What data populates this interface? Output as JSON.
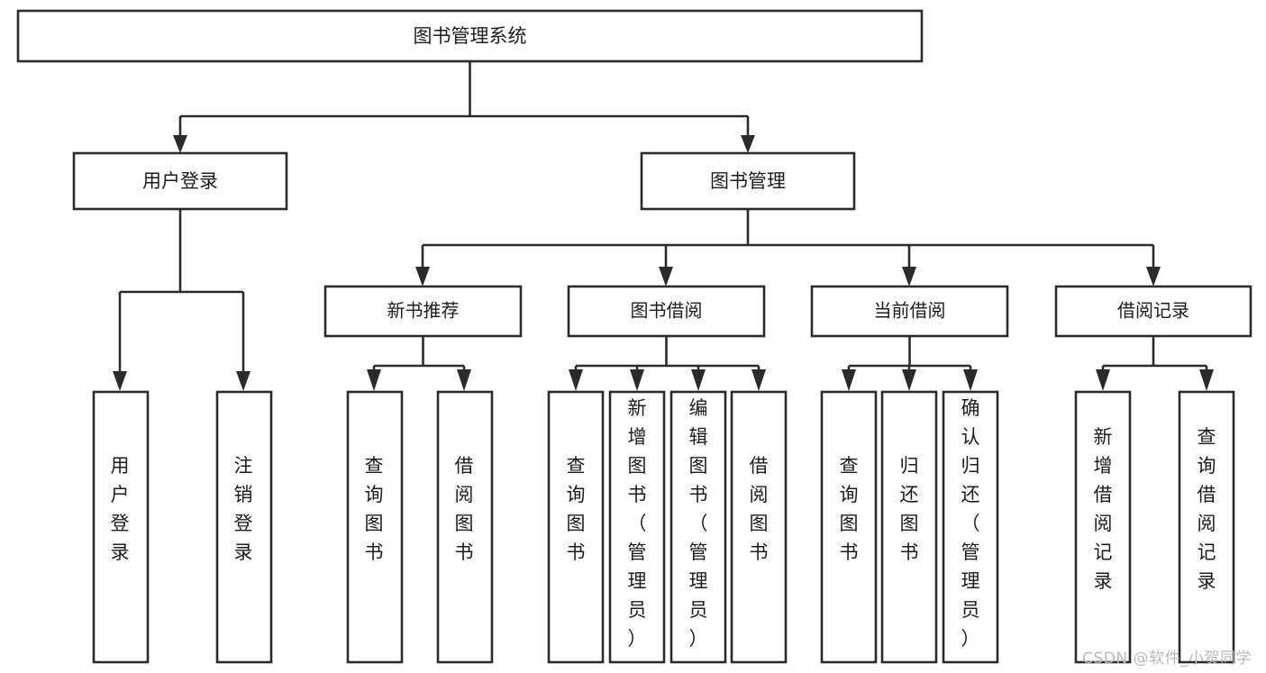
{
  "diagram": {
    "type": "tree-hierarchy-chart",
    "title": "图书管理系统",
    "orientation": "top-down",
    "colors": {
      "box_stroke": "#2b2b2b",
      "box_fill": "#ffffff",
      "connector": "#2b2b2b",
      "text": "#1c1c1c",
      "background": "#ffffff",
      "watermark": "#b9b9b9"
    },
    "root": {
      "id": "root",
      "label": "图书管理系统"
    },
    "level2": [
      {
        "id": "user-login",
        "label": "用户登录"
      },
      {
        "id": "book-management",
        "label": "图书管理"
      }
    ],
    "level3": [
      {
        "id": "new-book-recommend",
        "label": "新书推荐"
      },
      {
        "id": "book-borrow",
        "label": "图书借阅"
      },
      {
        "id": "current-borrow",
        "label": "当前借阅"
      },
      {
        "id": "borrow-record",
        "label": "借阅记录"
      }
    ],
    "leaves": {
      "user-login": [
        {
          "id": "leaf-user-login",
          "label": "用户登录"
        },
        {
          "id": "leaf-logout-login",
          "label": "注销登录"
        }
      ],
      "new-book-recommend": [
        {
          "id": "leaf-query-book-1",
          "label": "查询图书"
        },
        {
          "id": "leaf-borrow-book-1",
          "label": "借阅图书"
        }
      ],
      "book-borrow": [
        {
          "id": "leaf-query-book-2",
          "label": "查询图书"
        },
        {
          "id": "leaf-add-book",
          "label": "新增图书（管理员）"
        },
        {
          "id": "leaf-edit-book",
          "label": "编辑图书（管理员）"
        },
        {
          "id": "leaf-borrow-book-2",
          "label": "借阅图书"
        }
      ],
      "current-borrow": [
        {
          "id": "leaf-query-book-3",
          "label": "查询图书"
        },
        {
          "id": "leaf-return-book",
          "label": "归还图书"
        },
        {
          "id": "leaf-confirm-return",
          "label": "确认归还（管理员）"
        }
      ],
      "borrow-record": [
        {
          "id": "leaf-add-record",
          "label": "新增借阅记录"
        },
        {
          "id": "leaf-query-record",
          "label": "查询借阅记录"
        }
      ]
    }
  },
  "watermark": {
    "text": "CSDN @软件_小贺同学"
  }
}
